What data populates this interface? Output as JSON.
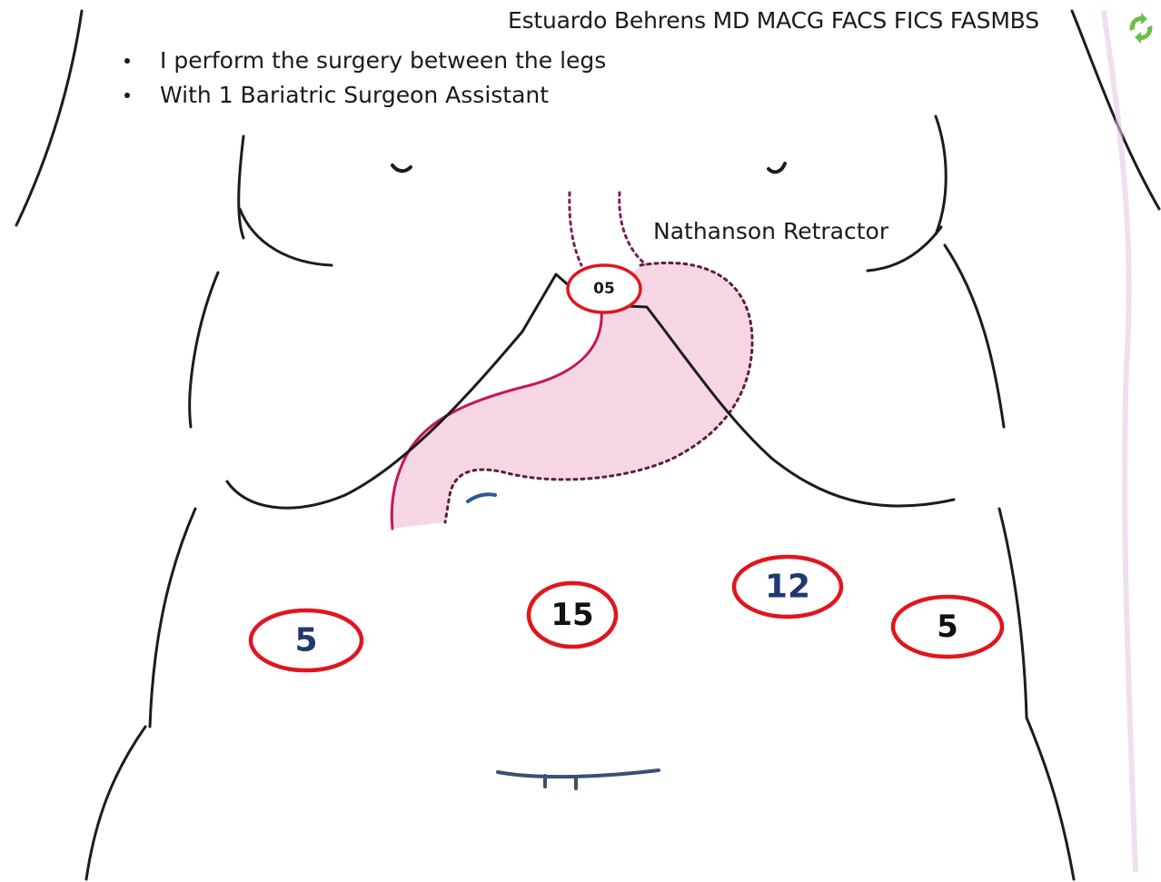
{
  "header": {
    "author": "Estuardo Behrens MD MACG FACS FICS FASMBS"
  },
  "bullets": [
    "I perform the surgery between the legs",
    "With 1 Bariatric Surgeon Assistant"
  ],
  "annotations": {
    "retractor_label": "Nathanson Retractor"
  },
  "ports": [
    {
      "id": "port-nathanson",
      "label": "05",
      "color": "#1a1a1a"
    },
    {
      "id": "port-left-lateral",
      "label": "5",
      "color": "#1f3a6e"
    },
    {
      "id": "port-camera",
      "label": "15",
      "color": "#111111"
    },
    {
      "id": "port-right-working",
      "label": "12",
      "color": "#1f3a6e"
    },
    {
      "id": "port-right-lateral",
      "label": "5",
      "color": "#111111"
    }
  ],
  "colors": {
    "port_ring": "#e0161c",
    "outline": "#1c1c1c",
    "stomach_fill": "#f4cfe0",
    "stomach_edge": "#c2185b",
    "logo_green": "#6cc04a"
  },
  "logo_icon": "recycle-arrows-icon"
}
